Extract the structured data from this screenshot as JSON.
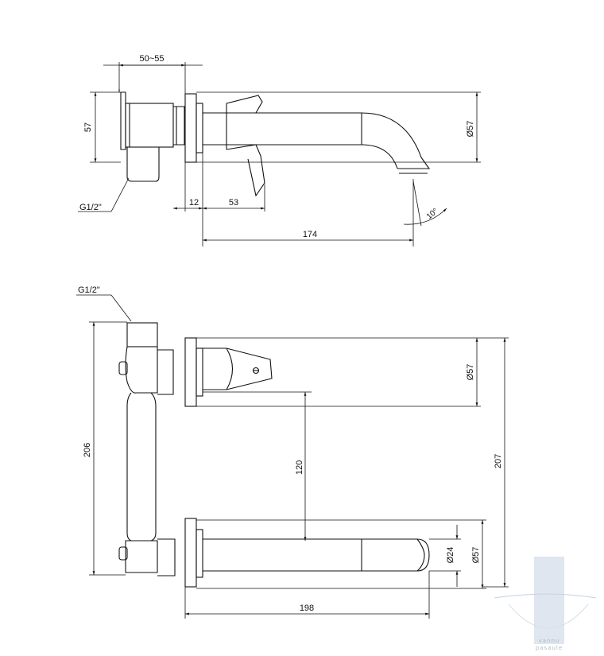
{
  "top_view": {
    "dims": {
      "mount_depth": "50~55",
      "body_height": "57",
      "thread": "G1/2\"",
      "flange_gap": "12",
      "lever_offset": "53",
      "spout_reach": "174",
      "angle": "10°",
      "flange_dia": "Ø57"
    }
  },
  "bottom_view": {
    "dims": {
      "thread": "G1/2\"",
      "total_height": "206",
      "flange_dia_top": "Ø57",
      "center_spacing": "120",
      "overall_height": "207",
      "spout_dia": "Ø24",
      "flange_dia_bottom": "Ø57",
      "spout_length": "198"
    }
  },
  "colors": {
    "line": "#111111",
    "logo": "#c4d2e2"
  },
  "logo": {
    "line1": "vannu",
    "line2": "pasaule"
  }
}
